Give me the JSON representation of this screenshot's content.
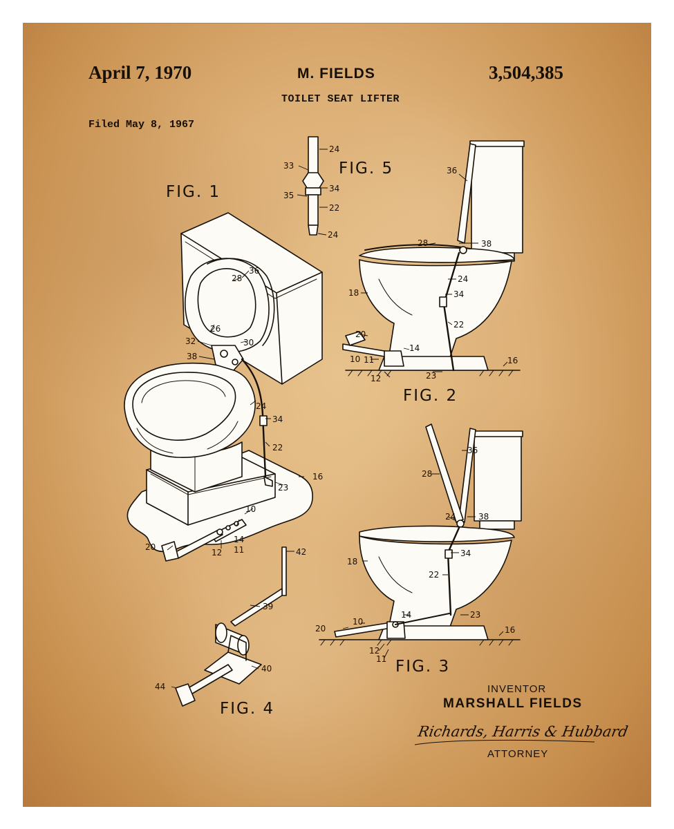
{
  "header": {
    "date": "April 7, 1970",
    "inventor_short": "M. FIELDS",
    "patent_number": "3,504,385",
    "title": "TOILET SEAT LIFTER",
    "filed": "Filed May 8, 1967"
  },
  "figures": {
    "fig1": "FIG. 1",
    "fig2": "FIG. 2",
    "fig3": "FIG. 3",
    "fig4": "FIG. 4",
    "fig5": "FIG. 5"
  },
  "footer": {
    "inventor_label": "INVENTOR",
    "inventor_name": "MARSHALL FIELDS",
    "signature": "Richards, Harris & Hubbard",
    "attorney_label": "ATTORNEY"
  },
  "colors": {
    "paper": "#ddb077",
    "ink": "#161008",
    "drawing_fill": "#fdfbf5"
  }
}
